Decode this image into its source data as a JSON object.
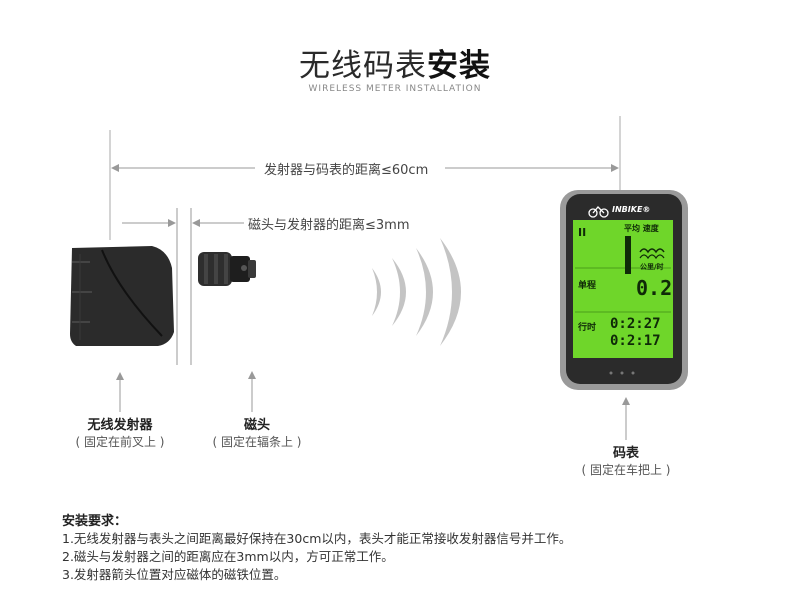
{
  "header": {
    "title_light": "无线码表",
    "title_bold": "安装",
    "subtitle": "WIRELESS METER INSTALLATION"
  },
  "dimensions": {
    "transmitter_to_meter": "发射器与码表的距离≤60cm",
    "magnet_to_transmitter": "磁头与发射器的距离≤3mm"
  },
  "components": {
    "transmitter": {
      "name": "无线发射器",
      "location": "( 固定在前叉上 )"
    },
    "magnet": {
      "name": "磁头",
      "location": "( 固定在辐条上 )"
    },
    "meter": {
      "name": "码表",
      "location": "( 固定在车把上 )"
    }
  },
  "meter_screen": {
    "brand": "INBIKE",
    "registered": "®",
    "mode": "II",
    "speed_label": "平均 速度",
    "speed_value": "1",
    "unit_top": "公里/时",
    "trip_label": "单程",
    "trip_value": "0.2",
    "time_label": "行时",
    "time_value": "0:2:27",
    "time_value2": "0:2:17"
  },
  "requirements": {
    "title": "安装要求：",
    "items": [
      "1.无线发射器与表头之间距离最好保持在30cm以内，表头才能正常接收发射器信号并工作。",
      "2.磁头与发射器之间的距离应在3mm以内，方可正常工作。",
      "3.发射器箭头位置对应磁体的磁铁位置。"
    ]
  },
  "colors": {
    "lcd_green": "#6fd62a",
    "device_dark": "#2b2b2b",
    "line_gray": "#999999"
  }
}
